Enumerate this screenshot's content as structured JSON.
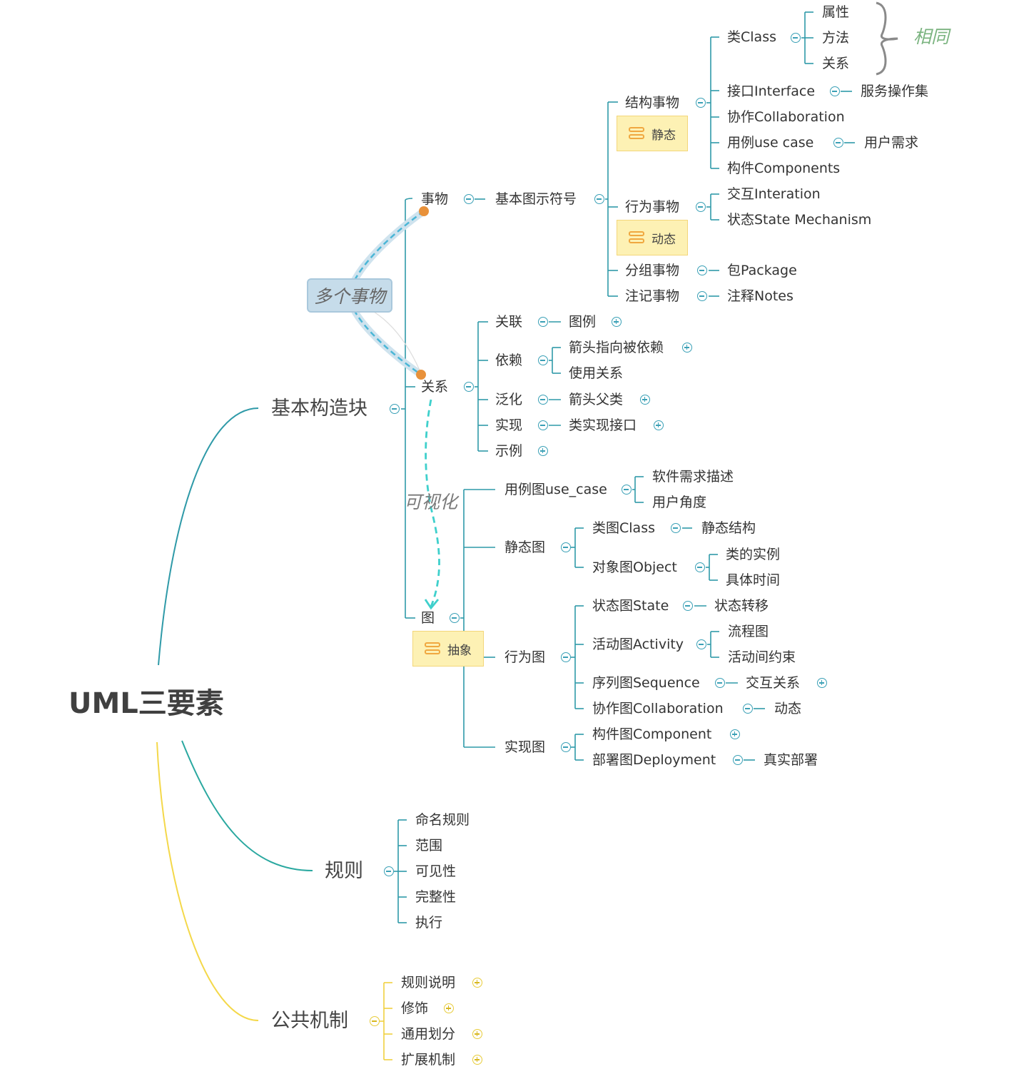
{
  "root": "UML三要素",
  "branches": {
    "blocks": "基本构造块",
    "rules": "规则",
    "mechanisms": "公共机制"
  },
  "things": {
    "label": "事物",
    "basic_symbols": "基本图示符号",
    "structural": {
      "label": "结构事物",
      "tag": "静态",
      "class": {
        "label": "类Class",
        "children": [
          "属性",
          "方法",
          "关系"
        ]
      },
      "interface": {
        "label": "接口Interface",
        "child": "服务操作集"
      },
      "collaboration": "协作Collaboration",
      "usecase": {
        "label": "用例use case",
        "child": "用户需求"
      },
      "component": "构件Components"
    },
    "behavioral": {
      "label": "行为事物",
      "tag": "动态",
      "children": [
        "交互Interation",
        "状态State Mechanism"
      ]
    },
    "grouping": {
      "label": "分组事物",
      "child": "包Package"
    },
    "annotation": {
      "label": "注记事物",
      "child": "注释Notes"
    }
  },
  "relations": {
    "label": "关系",
    "association": {
      "label": "关联",
      "child": "图例"
    },
    "dependency": {
      "label": "依赖",
      "children": [
        "箭头指向被依赖",
        "使用关系"
      ]
    },
    "generalization": {
      "label": "泛化",
      "child": "箭头父类"
    },
    "realization": {
      "label": "实现",
      "child": "类实现接口"
    },
    "example": "示例"
  },
  "diagrams": {
    "label": "图",
    "tag": "抽象",
    "usecase": {
      "label": "用例图use_case",
      "children": [
        "软件需求描述",
        "用户角度"
      ]
    },
    "static": {
      "label": "静态图",
      "class": {
        "label": "类图Class",
        "child": "静态结构"
      },
      "object": {
        "label": "对象图Object",
        "children": [
          "类的实例",
          "具体时间"
        ]
      }
    },
    "behavior": {
      "label": "行为图",
      "state": {
        "label": "状态图State",
        "child": "状态转移"
      },
      "activity": {
        "label": "活动图Activity",
        "children": [
          "流程图",
          "活动间约束"
        ]
      },
      "sequence": {
        "label": "序列图Sequence",
        "child": "交互关系"
      },
      "collab": {
        "label": "协作图Collaboration",
        "child": "动态"
      }
    },
    "impl": {
      "label": "实现图",
      "component": "构件图Component",
      "deployment": {
        "label": "部署图Deployment",
        "child": "真实部署"
      }
    }
  },
  "rules": [
    "命名规则",
    "范围",
    "可见性",
    "完整性",
    "执行"
  ],
  "mechanisms": [
    "规则说明",
    "修饰",
    "通用划分",
    "扩展机制"
  ],
  "callouts": {
    "many_things": "多个事物",
    "visualize": "可视化",
    "same": "相同"
  },
  "colors": {
    "teal": "#2f9aa8",
    "yellow": "#f4d84a",
    "dashed": "#3fc8c8",
    "tag_fill": "#fdf1b4"
  }
}
